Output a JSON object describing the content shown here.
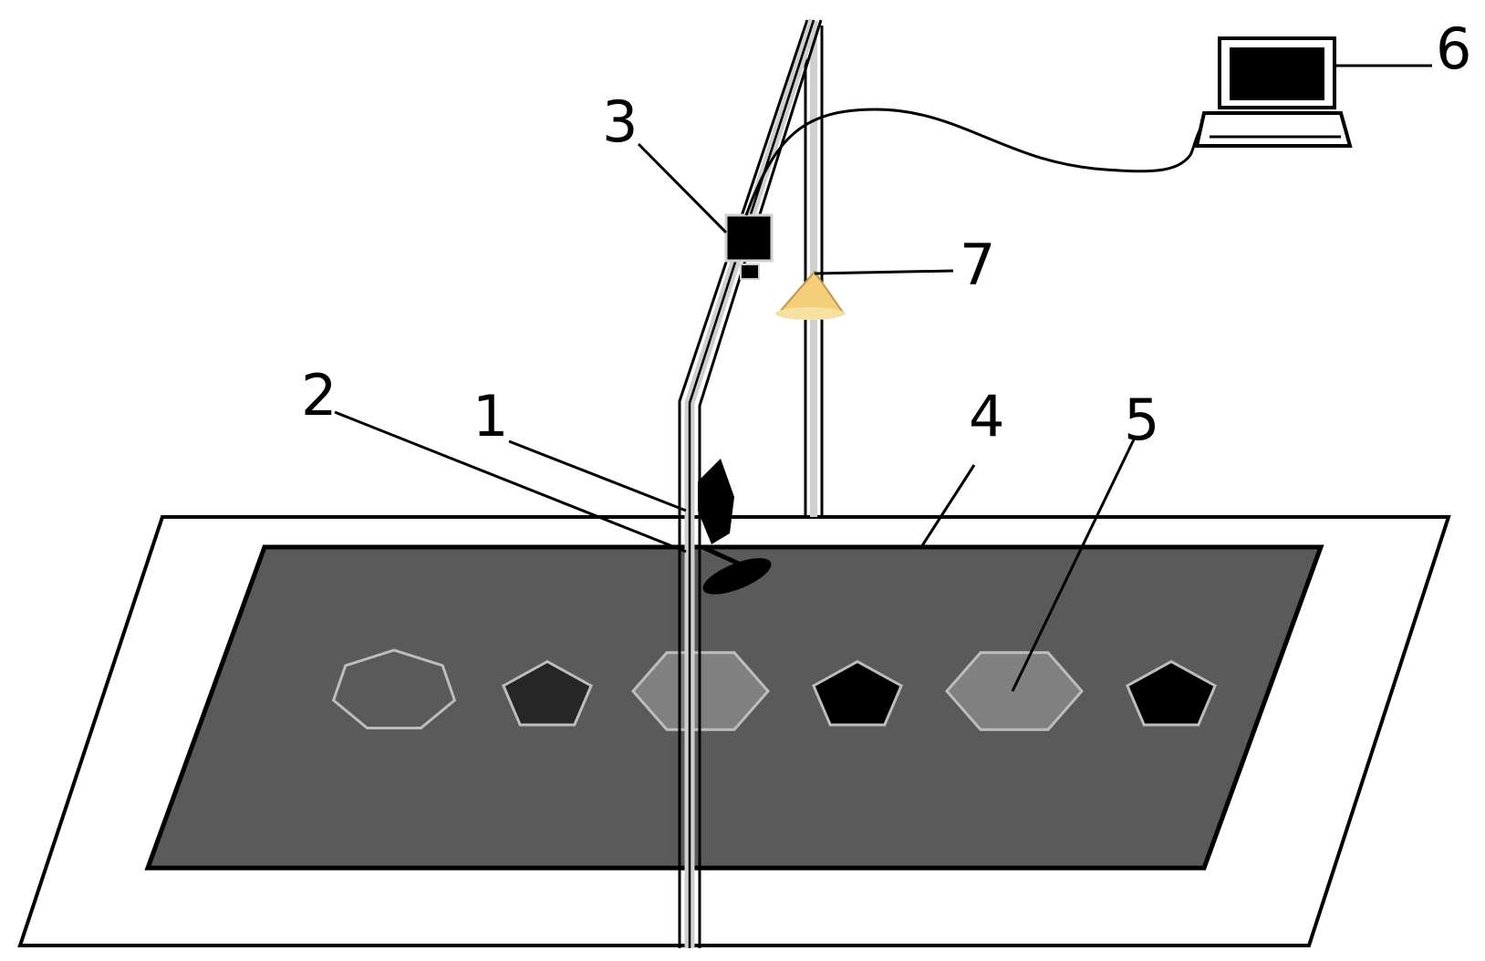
{
  "labels": {
    "l1": "1",
    "l2": "2",
    "l3": "3",
    "l4": "4",
    "l5": "5",
    "l6": "6",
    "l7": "7"
  },
  "colors": {
    "background": "#ffffff",
    "platform_outline": "#000000",
    "mat": "#5a5a5a",
    "outline_light": "#bdbdbd",
    "dark_gray_shape": "#262626",
    "black_shape": "#000000",
    "light_gray_shape": "#808080",
    "light": "#f3cf7a"
  },
  "shapes": [
    {
      "kind": "heptagon",
      "fill": "none"
    },
    {
      "kind": "pentagon",
      "fill": "dark_gray_shape"
    },
    {
      "kind": "hexagon",
      "fill": "light_gray_shape"
    },
    {
      "kind": "pentagon",
      "fill": "black_shape"
    },
    {
      "kind": "hexagon",
      "fill": "light_gray_shape"
    },
    {
      "kind": "pentagon",
      "fill": "black_shape"
    }
  ],
  "icons": {
    "computer": "laptop-icon",
    "camera": "camera-icon",
    "lamp": "lamp-icon",
    "end_effector": "gripper-icon"
  }
}
